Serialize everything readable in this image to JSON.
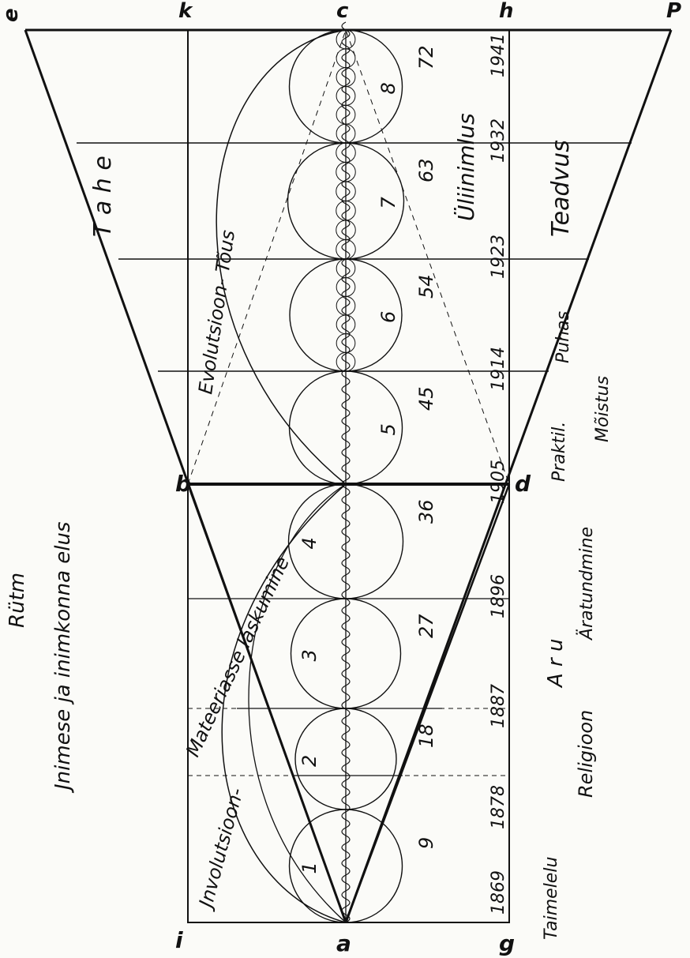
{
  "title": "Rütm",
  "subtitle": "Jnimese ja inimkonna elus",
  "points": {
    "a": "a",
    "b": "b",
    "c": "c",
    "d": "d",
    "e": "e",
    "g": "g",
    "h": "h",
    "i": "i",
    "k": "k",
    "p": "P"
  },
  "cycles": [
    "1",
    "2",
    "3",
    "4",
    "5",
    "6",
    "7",
    "8"
  ],
  "ages": [
    "9",
    "18",
    "27",
    "36",
    "45",
    "54",
    "63",
    "72"
  ],
  "years": [
    "1869",
    "1878",
    "1887",
    "1896",
    "1905",
    "1914",
    "1923",
    "1932",
    "1941"
  ],
  "labels": {
    "involution": "Jnvolutsioon-",
    "descent": "Mateeriasse laskumine",
    "evolution": "Evolutsioon- Tõus",
    "will": "T a h e",
    "superman": "Üliinimlus",
    "science": "Teadvus",
    "pure": "Puhas",
    "concept": "Mõistus",
    "practical": "Praktil.",
    "awakening": "Äratundmine",
    "reason": "A r u",
    "religion": "Religioon",
    "plant": "Taimelelu"
  }
}
